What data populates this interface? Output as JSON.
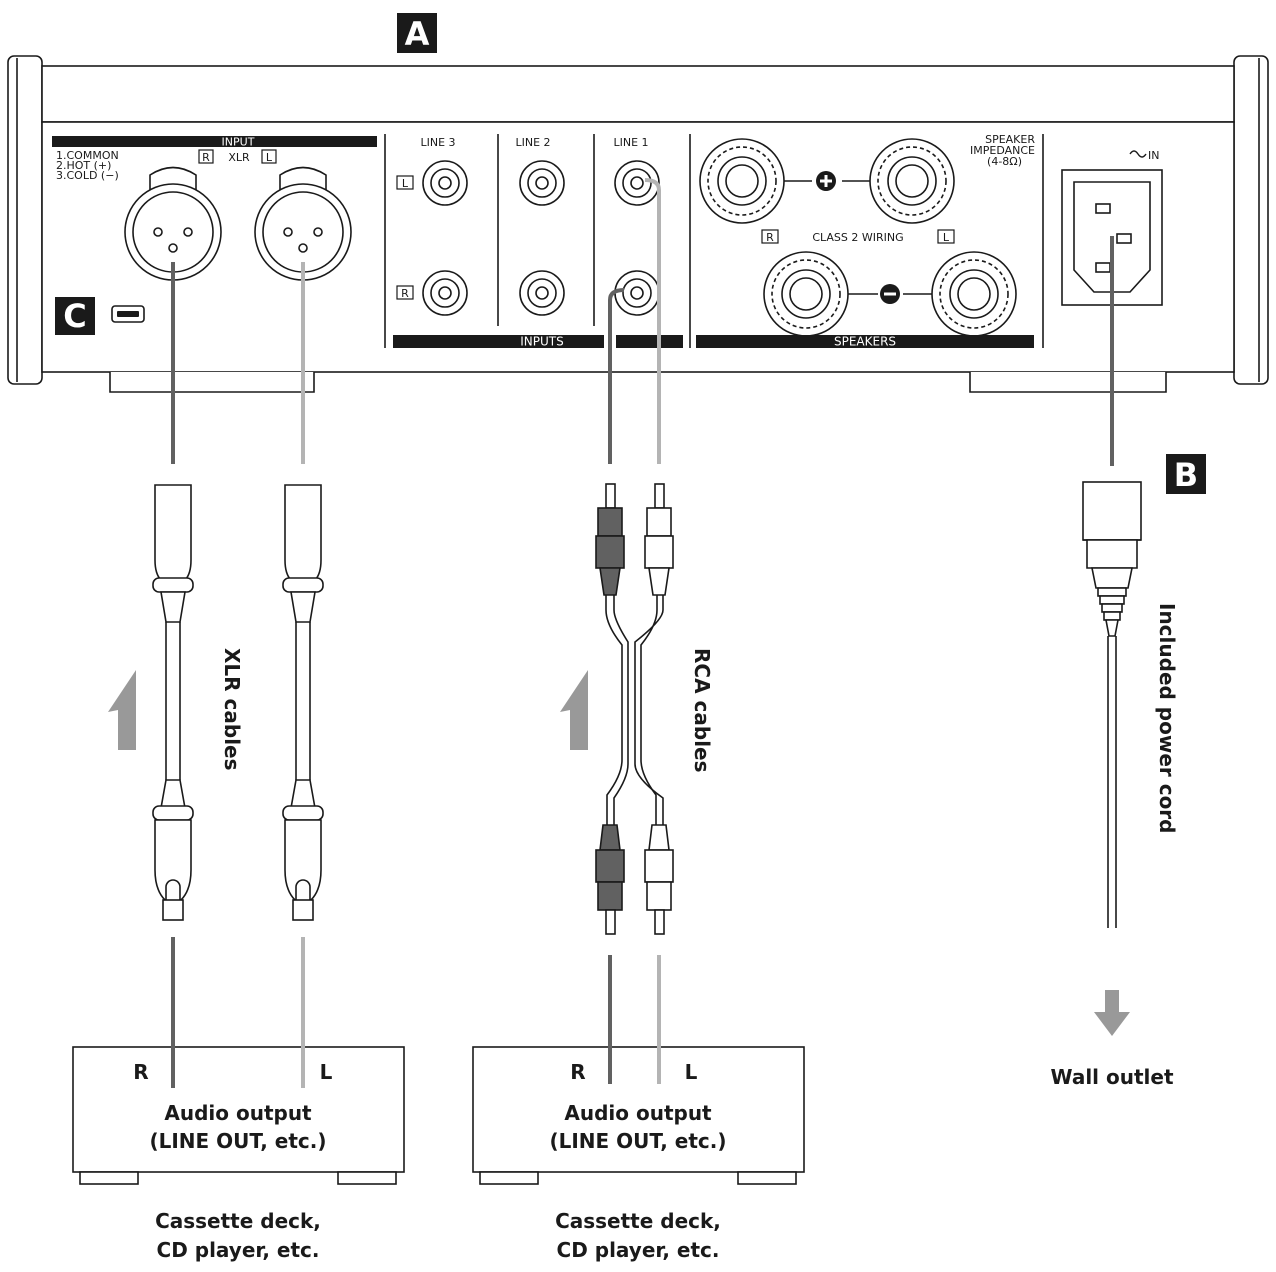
{
  "callouts": {
    "a": "A",
    "b": "B",
    "c": "C"
  },
  "panel": {
    "input_header": "INPUT",
    "pin1": "1.COMMON",
    "pin2": "2.HOT (+)",
    "pin3": "3.COLD (−)",
    "r": "R",
    "xlr": "XLR",
    "l": "L",
    "line3": "LINE 3",
    "line2": "LINE 2",
    "line1": "LINE 1",
    "inputs_bar": "INPUTS",
    "speaker_impedance_1": "SPEAKER",
    "speaker_impedance_2": "IMPEDANCE",
    "speaker_impedance_3": "(4-8Ω)",
    "class2": "CLASS 2 WIRING",
    "speakers_bar": "SPEAKERS",
    "ac_in": "IN"
  },
  "labels": {
    "xlr_cables": "XLR cables",
    "rca_cables": "RCA cables",
    "power_cord": "Included power cord",
    "wall_outlet": "Wall outlet"
  },
  "devices": [
    {
      "r": "R",
      "l": "L",
      "title1": "Audio output",
      "title2": "(LINE OUT, etc.)",
      "caption1": "Cassette deck,",
      "caption2": "CD player, etc."
    },
    {
      "r": "R",
      "l": "L",
      "title1": "Audio output",
      "title2": "(LINE OUT, etc.)",
      "caption1": "Cassette deck,",
      "caption2": "CD player, etc."
    }
  ],
  "colors": {
    "dark_cable": "#616161",
    "light_cable": "#b4b4b4",
    "arrow": "#999999",
    "ink": "#1a1a1a"
  }
}
